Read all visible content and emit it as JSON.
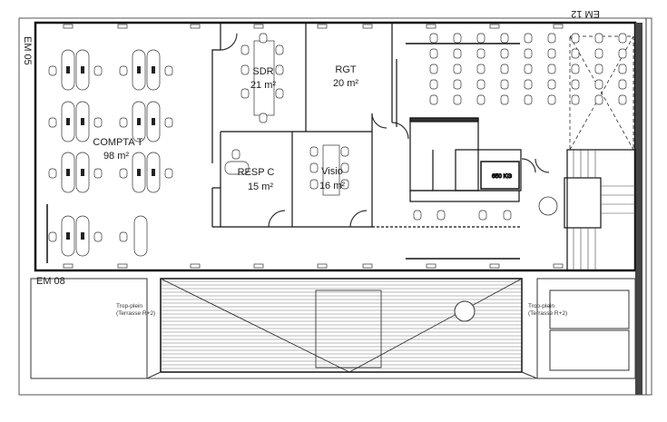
{
  "plan": {
    "zones": {
      "em05": "EM 05",
      "em12": "EM 12",
      "em08": "EM 08"
    },
    "rooms": [
      {
        "name": "SDR",
        "area": "21 m²"
      },
      {
        "name": "RGT",
        "area": "20 m²"
      },
      {
        "name": "COMPTA T",
        "area": "98 m²"
      },
      {
        "name": "RESP C",
        "area": "15 m²"
      },
      {
        "name": "Visio",
        "area": "16 m²"
      }
    ],
    "annotations": {
      "overflow_left_1": "Trop-plein",
      "overflow_left_2": "(Terrasse R+2)",
      "overflow_right_1": "Trop-plein",
      "overflow_right_2": "(Terrasse R+2)"
    },
    "colors": {
      "wall": "#111111",
      "line": "#333333",
      "background": "#ffffff"
    }
  }
}
